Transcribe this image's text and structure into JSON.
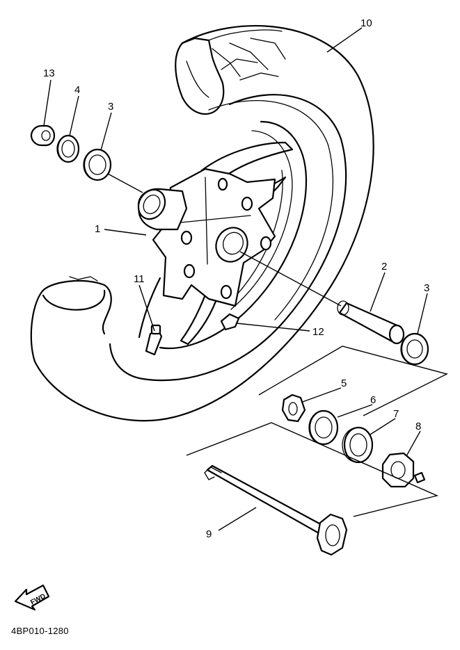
{
  "diagram": {
    "reference_code": "4BP010-1280",
    "fwd_label": "FWD",
    "callouts": [
      {
        "id": "c1",
        "label": "1"
      },
      {
        "id": "c2",
        "label": "2"
      },
      {
        "id": "c3a",
        "label": "3"
      },
      {
        "id": "c3b",
        "label": "3"
      },
      {
        "id": "c4",
        "label": "4"
      },
      {
        "id": "c5",
        "label": "5"
      },
      {
        "id": "c6",
        "label": "6"
      },
      {
        "id": "c7",
        "label": "7"
      },
      {
        "id": "c8",
        "label": "8"
      },
      {
        "id": "c9",
        "label": "9"
      },
      {
        "id": "c10",
        "label": "10"
      },
      {
        "id": "c11",
        "label": "11"
      },
      {
        "id": "c12",
        "label": "12"
      },
      {
        "id": "c13",
        "label": "13"
      }
    ]
  }
}
